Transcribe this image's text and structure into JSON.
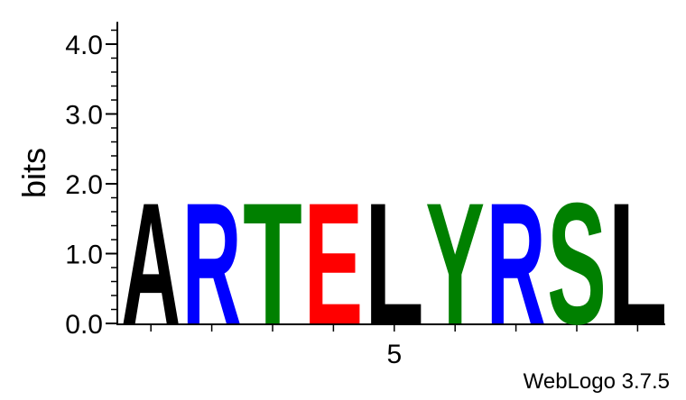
{
  "chart_data": {
    "type": "sequence-logo",
    "ylabel": "bits",
    "ylim": [
      0,
      4.32
    ],
    "yticks": [
      {
        "value": 0,
        "label": "0.0"
      },
      {
        "value": 1,
        "label": "1.0"
      },
      {
        "value": 2,
        "label": "2.0"
      },
      {
        "value": 3,
        "label": "3.0"
      },
      {
        "value": 4,
        "label": "4.0"
      }
    ],
    "x": [
      1,
      2,
      3,
      4,
      5,
      6,
      7,
      8,
      9
    ],
    "xtick_labels": [
      {
        "position": 5,
        "label": "5"
      }
    ],
    "letters": [
      {
        "position": 1,
        "letter": "A",
        "bits": 1.8,
        "color": "#000000"
      },
      {
        "position": 2,
        "letter": "R",
        "bits": 1.8,
        "color": "#0000ff"
      },
      {
        "position": 3,
        "letter": "T",
        "bits": 1.8,
        "color": "#008000"
      },
      {
        "position": 4,
        "letter": "E",
        "bits": 1.8,
        "color": "#ff0000"
      },
      {
        "position": 5,
        "letter": "L",
        "bits": 1.8,
        "color": "#000000"
      },
      {
        "position": 6,
        "letter": "Y",
        "bits": 1.8,
        "color": "#008000"
      },
      {
        "position": 7,
        "letter": "R",
        "bits": 1.8,
        "color": "#0000ff"
      },
      {
        "position": 8,
        "letter": "S",
        "bits": 1.8,
        "color": "#008000"
      },
      {
        "position": 9,
        "letter": "L",
        "bits": 1.8,
        "color": "#000000"
      }
    ]
  },
  "footer": {
    "credit": "WebLogo 3.7.5"
  }
}
